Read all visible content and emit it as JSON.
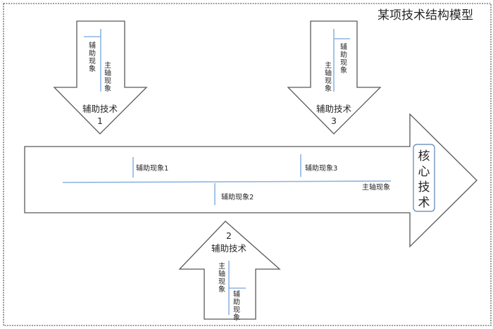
{
  "diagram": {
    "title": "某项技术结构模型",
    "core": {
      "label_chars": [
        "核",
        "心",
        "技",
        "术"
      ],
      "main_axis_label": "主轴现象",
      "phenomena": [
        "辅助现象1",
        "辅助现象2",
        "辅助现象3"
      ]
    },
    "aux_technologies": [
      {
        "id": "1",
        "label": "辅助技术",
        "number": "1",
        "direction": "down",
        "aux_phenomenon_chars": [
          "辅",
          "助",
          "现",
          "象"
        ],
        "main_axis_chars": [
          "主",
          "轴",
          "现",
          "象"
        ]
      },
      {
        "id": "2",
        "label": "辅助技术",
        "number": "2",
        "direction": "up",
        "aux_phenomenon_chars": [
          "辅",
          "助",
          "现",
          "象"
        ],
        "main_axis_chars": [
          "主",
          "轴",
          "现",
          "象"
        ]
      },
      {
        "id": "3",
        "label": "辅助技术",
        "number": "3",
        "direction": "down",
        "aux_phenomenon_chars": [
          "辅",
          "助",
          "现",
          "象"
        ],
        "main_axis_chars": [
          "主",
          "轴",
          "现",
          "象"
        ]
      }
    ],
    "colors": {
      "axis_line": "#8db4e2",
      "outline": "#595959",
      "core_box_border": "#5b84b1",
      "text": "#262626"
    }
  }
}
